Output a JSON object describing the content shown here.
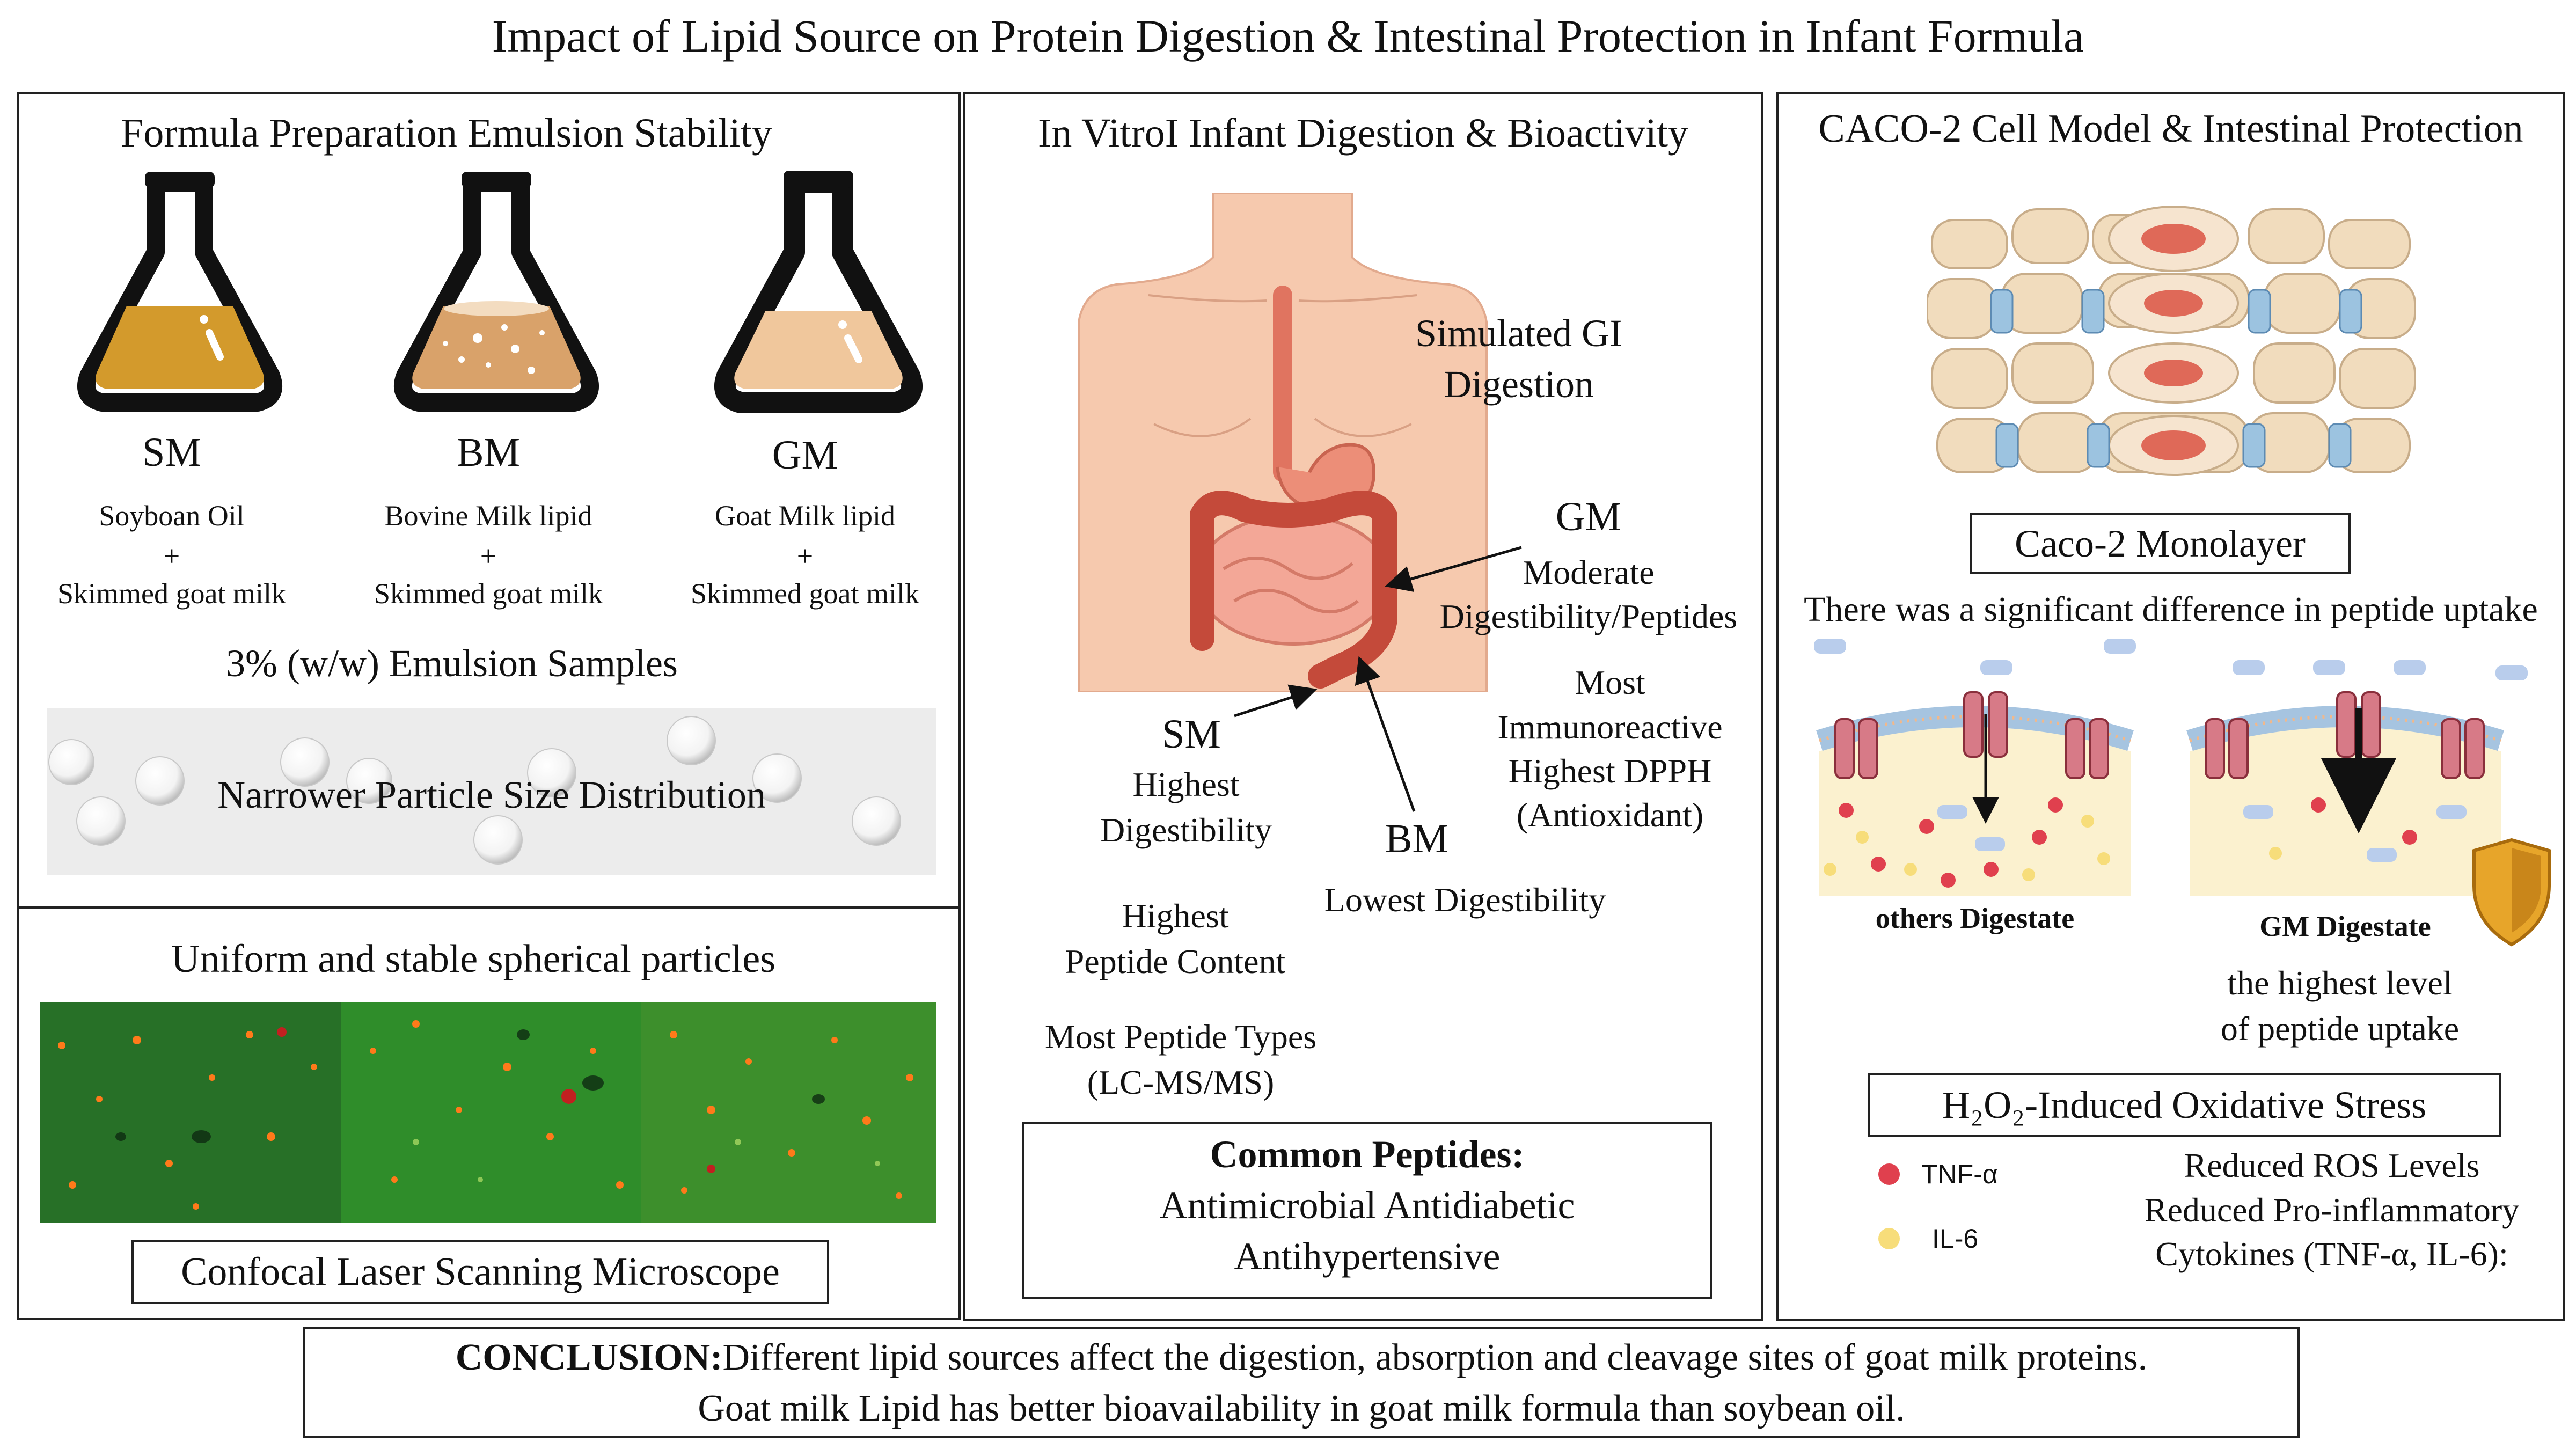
{
  "title": "Impact of Lipid Source on Protein Digestion & Intestinal Protection in Infant Formula",
  "panel1": {
    "heading": "Formula Preparation Emulsion Stability",
    "samples": [
      {
        "code": "SM",
        "line1": "Soyboan Oil",
        "plus": "+",
        "line2": "Skimmed goat milk",
        "color": "#d39a2c"
      },
      {
        "code": "BM",
        "line1": "Bovine Milk lipid",
        "plus": "+",
        "line2": "Skimmed goat milk",
        "color": "#d9a26a"
      },
      {
        "code": "GM",
        "line1": "Goat Milk lipid",
        "plus": "+",
        "line2": "Skimmed goat milk",
        "color": "#f0c79c"
      }
    ],
    "emulsion_label": "3% (w/w) Emulsion Samples",
    "distribution_label": "Narrower Particle Size Distribution",
    "sub_heading": "Uniform and stable spherical particles",
    "microscope_label": "Confocal Laser Scanning Microscope"
  },
  "panel2": {
    "heading": "In VitroI Infant Digestion & Bioactivity",
    "gi_label_1": "Simulated GI",
    "gi_label_2": "Digestion",
    "gm_code": "GM",
    "gm_text_1": "Moderate",
    "gm_text_2": "Digestibility/Peptides",
    "gm_text_3": "Most",
    "gm_text_4": "Immunoreactive",
    "gm_text_5": "Highest DPPH",
    "gm_text_6": "(Antioxidant)",
    "sm_code": "SM",
    "sm_text_1": "Highest",
    "sm_text_2": "Digestibility",
    "bm_code": "BM",
    "bm_text": "Lowest Digestibility",
    "peptide_1": "Highest",
    "peptide_2": "Peptide Content",
    "types_1": "Most Peptide Types",
    "types_2": "(LC-MS/MS)",
    "common_title": "Common Peptides:",
    "common_line1": "Antimicrobial  Antidiabetic",
    "common_line2": "Antihypertensive"
  },
  "panel3": {
    "heading": "CACO-2 Cell Model & Intestinal Protection",
    "monolayer_label": "Caco-2 Monolayer",
    "uptake_statement": "There was a significant difference in peptide uptake",
    "others_label": "others  Digestate",
    "gm_label": "GM Digestate",
    "gm_uptake_1": "the highest level",
    "gm_uptake_2": "of peptide uptake",
    "stress_label": "H₂O₂-Induced Oxidative Stress",
    "legend": [
      {
        "label": "TNF-α",
        "color": "#e0404e"
      },
      {
        "label": "IL-6",
        "color": "#f7dd7a"
      }
    ],
    "reduced_1": "Reduced ROS Levels",
    "reduced_2": "Reduced Pro-inflammatory",
    "reduced_3": "Cytokines (TNF-α, IL-6):"
  },
  "conclusion": {
    "lead": "CONCLUSION:",
    "line1": "Different lipid sources affect the digestion, absorption and cleavage sites of goat milk proteins.",
    "line2": "Goat milk Lipid has better bioavailability in goat milk formula than soybean oil."
  }
}
